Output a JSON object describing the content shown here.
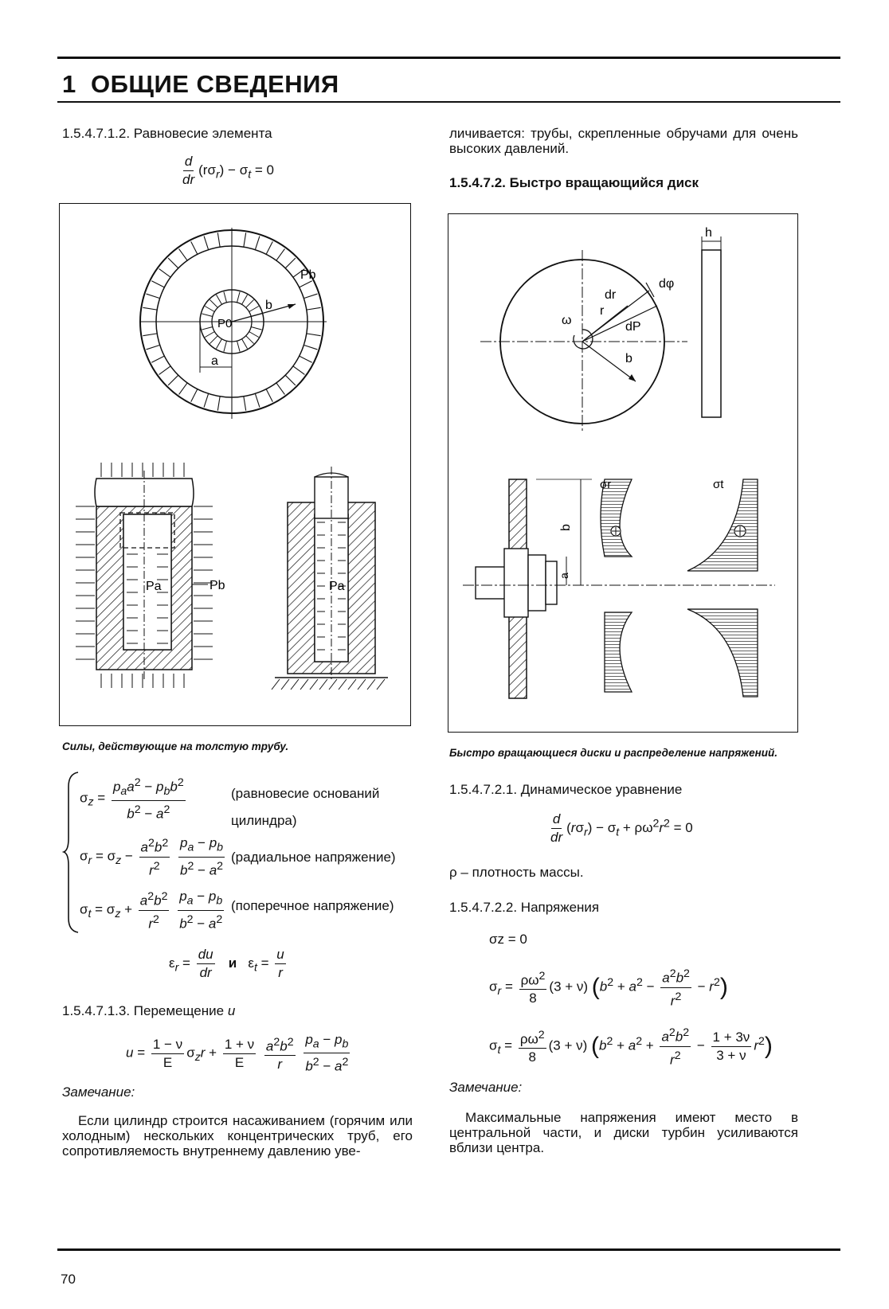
{
  "chapter": {
    "number": "1",
    "title": "ОБЩИЕ СВЕДЕНИЯ"
  },
  "left": {
    "s1_heading": "1.5.4.7.1.2. Равновесие элемента",
    "eq1": {
      "num": "d",
      "den": "dr",
      "rest": "(rσ",
      "sub_r": "r",
      "rest2": ") − σ",
      "sub_t": "t",
      "rest3": " = 0"
    },
    "fig_caption": "Силы, действующие на толстую трубу.",
    "fig_labels": {
      "pb": "Pb",
      "b": "b",
      "p0": "P0",
      "a": "a",
      "pa": "Pa",
      "pb2": "Pb",
      "pa2": "Pa"
    },
    "sys": [
      {
        "lhs": "σ",
        "sub": "z",
        "note": "(равновесие оснований",
        "note2": "цилиндра)"
      },
      {
        "lhs": "σ",
        "sub": "r",
        "note": "(радиальное напряжение)"
      },
      {
        "lhs": "σ",
        "sub": "t",
        "note": "(поперечное напряжение)"
      }
    ],
    "strain": {
      "eps": "ε",
      "and": "и"
    },
    "s2_heading": "1.5.4.7.1.3. Перемещение",
    "s2_var": "u",
    "remark": "Замечание:",
    "remark_text": "Если цилиндр строится насаживанием (горячим или холодным) нескольких концентрических труб, его сопротивляемость внутреннему давлению уве-"
  },
  "right": {
    "cont_text": "личивается: трубы, скрепленные обручами для очень высоких давлений.",
    "s1_heading": "1.5.4.7.2. Быстро вращающийся диск",
    "fig_caption": "Быстро вращающиеся диски и распределение напряжений.",
    "fig_labels": {
      "h": "h",
      "dr": "dr",
      "dphi": "dφ",
      "omega": "ω",
      "r": "r",
      "dP": "dP",
      "b": "b",
      "sr": "σr",
      "st": "σt",
      "b2": "b",
      "a": "a"
    },
    "s2_heading": "1.5.4.7.2.1. Динамическое уравнение",
    "rho_text": "ρ – плотность массы.",
    "s3_heading": "1.5.4.7.2.2. Напряжения",
    "sz": "σz = 0",
    "remark": "Замечание:",
    "remark_text": "Максимальные напряжения имеют место в центральной части, и диски турбин усиливаются вблизи центра."
  },
  "page_number": "70"
}
